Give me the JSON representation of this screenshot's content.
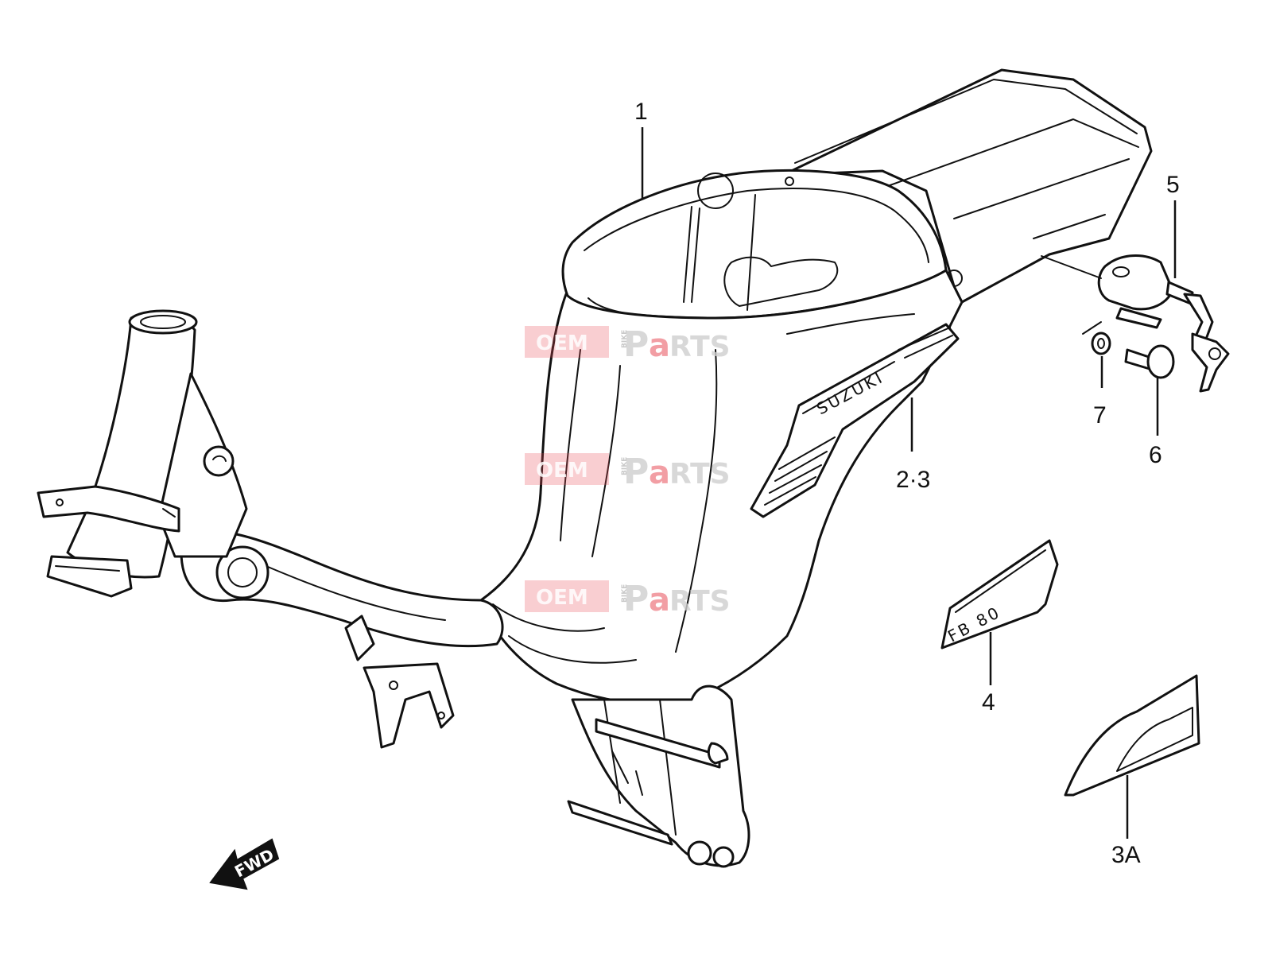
{
  "diagram": {
    "callouts": {
      "part_1": "1",
      "part_2_3": "2·3",
      "part_3a": "3A",
      "part_4": "4",
      "part_5": "5",
      "part_6": "6",
      "part_7": "7"
    },
    "frame_emblem": "SUZUKI",
    "model_emblem": "FB 80",
    "direction_arrow": "FWD",
    "watermark": {
      "oem": "OEM",
      "bike": "BIKE",
      "p": "P",
      "a": "a",
      "rts": "RTS"
    },
    "colors": {
      "line": "#111111",
      "background": "#ffffff",
      "watermark_red": "#e8505b",
      "watermark_gray": "#cfcfcf"
    }
  }
}
